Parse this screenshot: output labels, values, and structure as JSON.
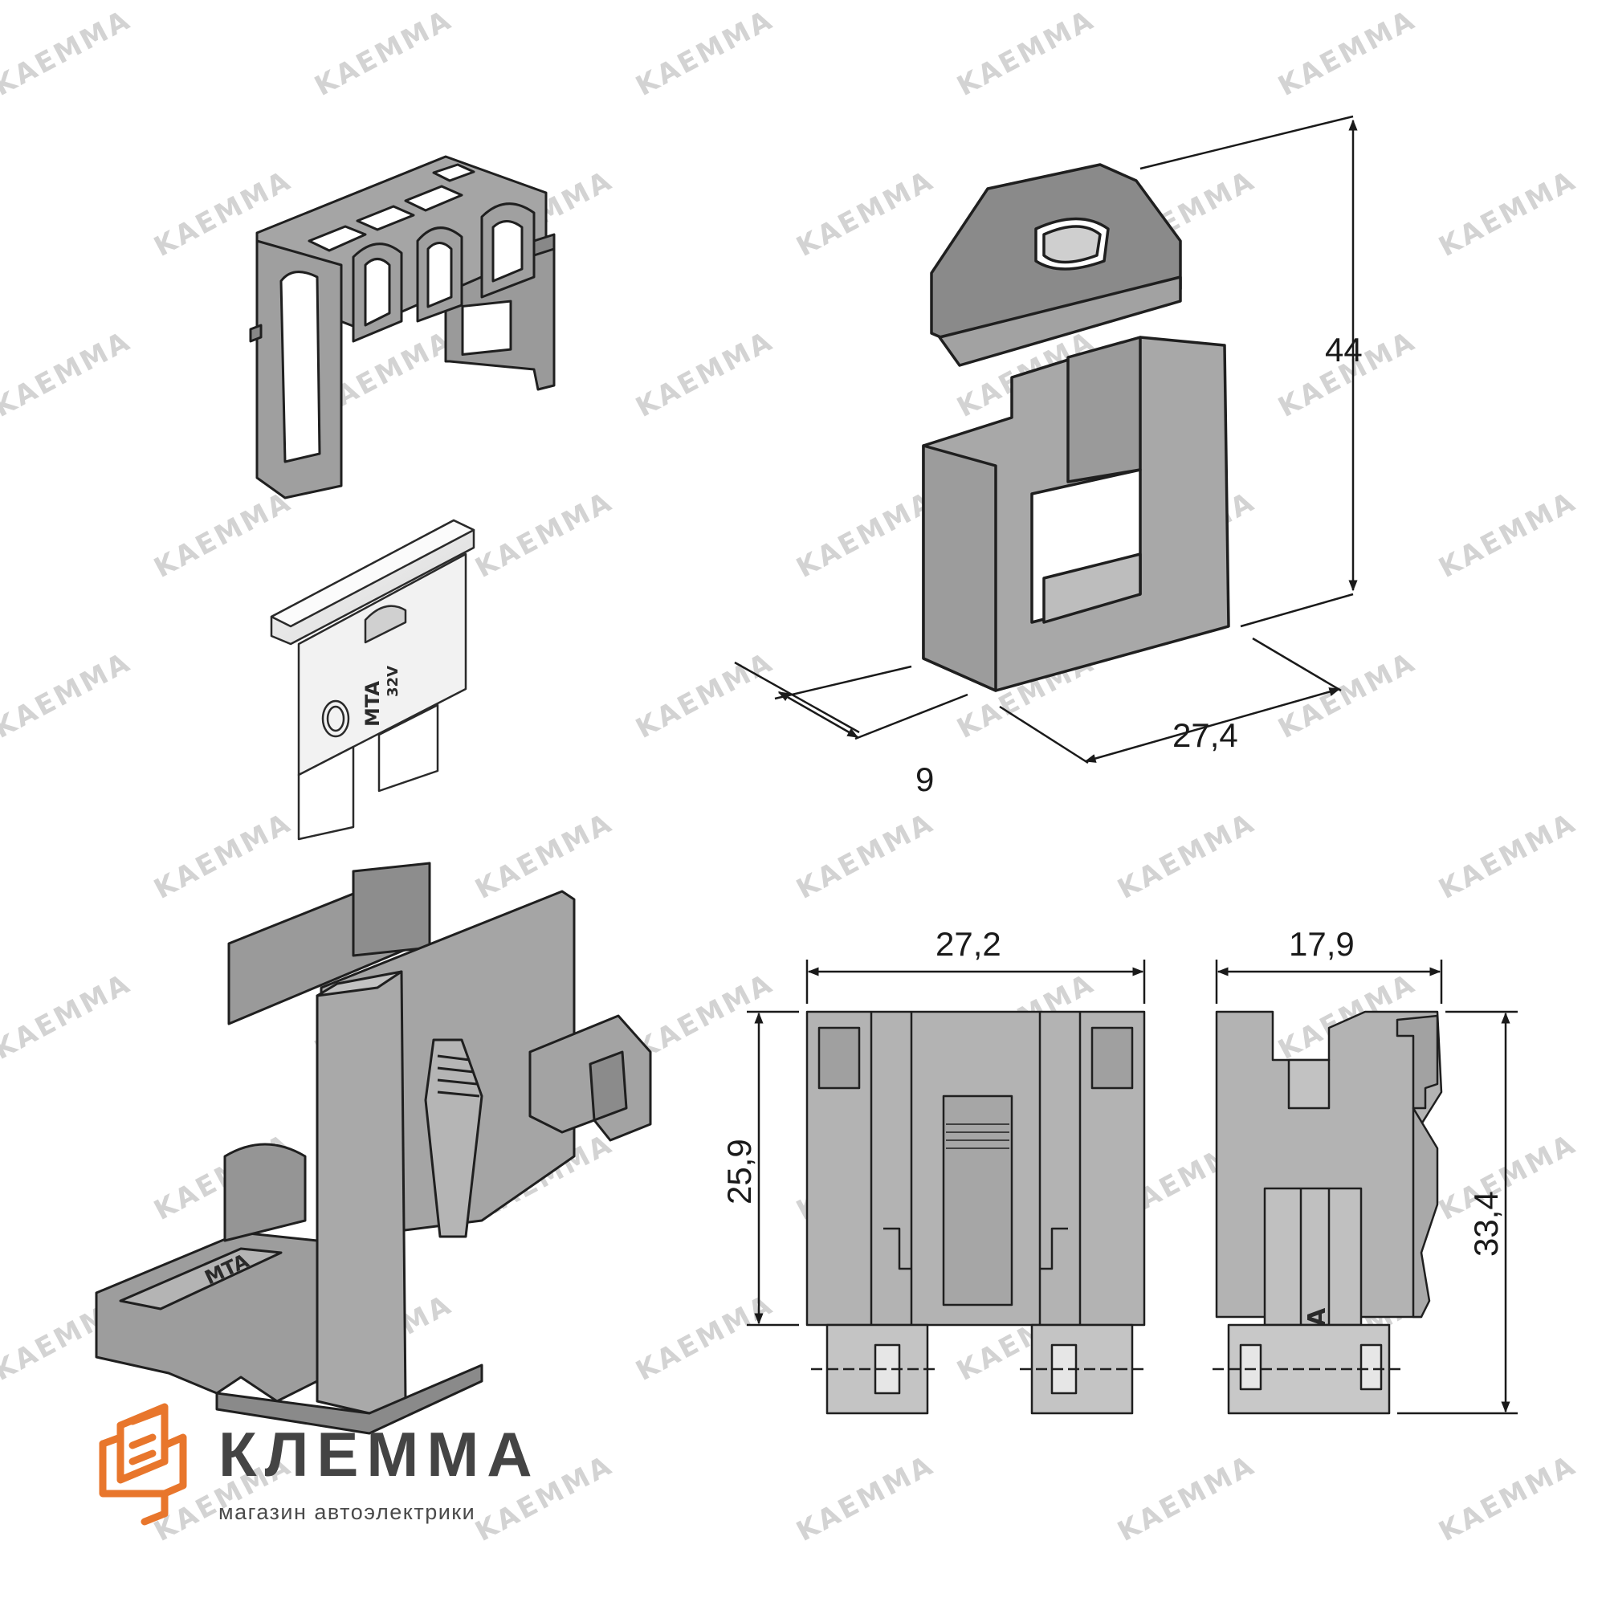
{
  "watermark": {
    "text": "KAEMMA"
  },
  "dimensions": {
    "height_3d": "44",
    "width_3d": "27,4",
    "depth_3d": "9",
    "front_width": "27,2",
    "front_height": "25,9",
    "side_width": "17,9",
    "side_height": "33,4"
  },
  "part_markings": {
    "fuse_brand": "MTA",
    "fuse_rating": "32V",
    "holder_brand": "MTA"
  },
  "brand": {
    "name": "КЛЕММА",
    "tagline": "магазин автоэлектрики",
    "logo_color": "#e8762c"
  },
  "colors": {
    "part_gray": "#a8a8a8",
    "part_dark": "#8e8e8e",
    "outline": "#1f1f1f",
    "watermark": "#d3d3d3"
  }
}
